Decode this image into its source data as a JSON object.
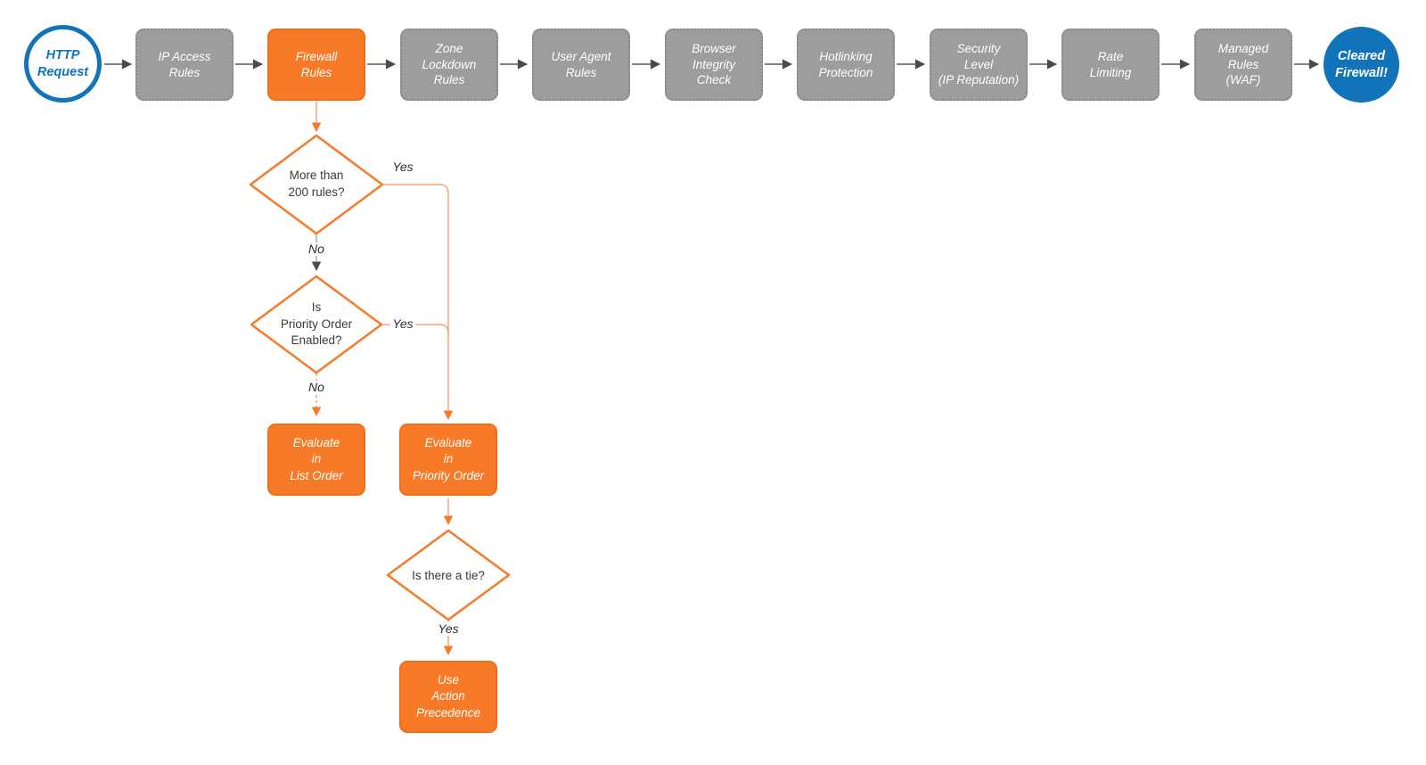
{
  "pipeline": {
    "start_label": "HTTP\nRequest",
    "end_label": "Cleared\nFirewall!",
    "steps": [
      {
        "label": "IP Access\nRules"
      },
      {
        "label": "Firewall\nRules"
      },
      {
        "label": "Zone\nLockdown\nRules"
      },
      {
        "label": "User Agent\nRules"
      },
      {
        "label": "Browser\nIntegrity\nCheck"
      },
      {
        "label": "Hotlinking\nProtection"
      },
      {
        "label": "Security\nLevel\n(IP Reputation)"
      },
      {
        "label": "Rate\nLimiting"
      },
      {
        "label": "Managed\nRules\n(WAF)"
      }
    ]
  },
  "firewall_branch": {
    "decision_rule_count": {
      "text": "More than\n200 rules?",
      "yes_label": "Yes",
      "no_label": "No"
    },
    "decision_priority_enabled": {
      "text": "Is\nPriority Order\nEnabled?",
      "yes_label": "Yes",
      "no_label": "No"
    },
    "evaluate_list_order": "Evaluate\nin\nList Order",
    "evaluate_priority_order": "Evaluate\nin\nPriority Order",
    "decision_tie": {
      "text": "Is there a tie?",
      "yes_label": "Yes"
    },
    "use_action_precedence": "Use\nAction\nPrecedence"
  },
  "colors": {
    "accent_orange": "#F67A28",
    "step_gray": "#9D9DA0",
    "brand_blue": "#1173B9",
    "connector_dark": "#58595B",
    "connector_light_orange": "#F5A678"
  }
}
